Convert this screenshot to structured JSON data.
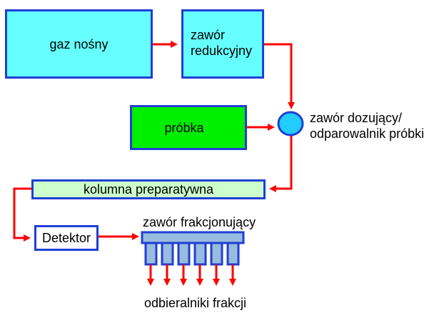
{
  "nodes": {
    "carrier_gas": "gaz nośny",
    "reducing_valve": [
      "zawór",
      "redukcyjny"
    ],
    "sample": "próbka",
    "dosing_valve": [
      "zawór dozujący/",
      "odparowalnik próbki"
    ],
    "column": "kolumna preparatywna",
    "detector": "Detektor",
    "fraction_valve": "zawór frakcjonujący",
    "fraction_collectors": "odbieralniki frakcji"
  },
  "colors": {
    "border": "#1f3fd6",
    "arrow": "#ff0000",
    "carrier_fill": "#66ffff",
    "sample_fill": "#00ee00",
    "column_fill": "#ccffcc",
    "dosing_fill": "#22ccff",
    "valve_fill": "#99bbdd"
  },
  "icons": [
    "arrow-right-icon",
    "arrow-left-icon",
    "arrow-down-icon"
  ]
}
